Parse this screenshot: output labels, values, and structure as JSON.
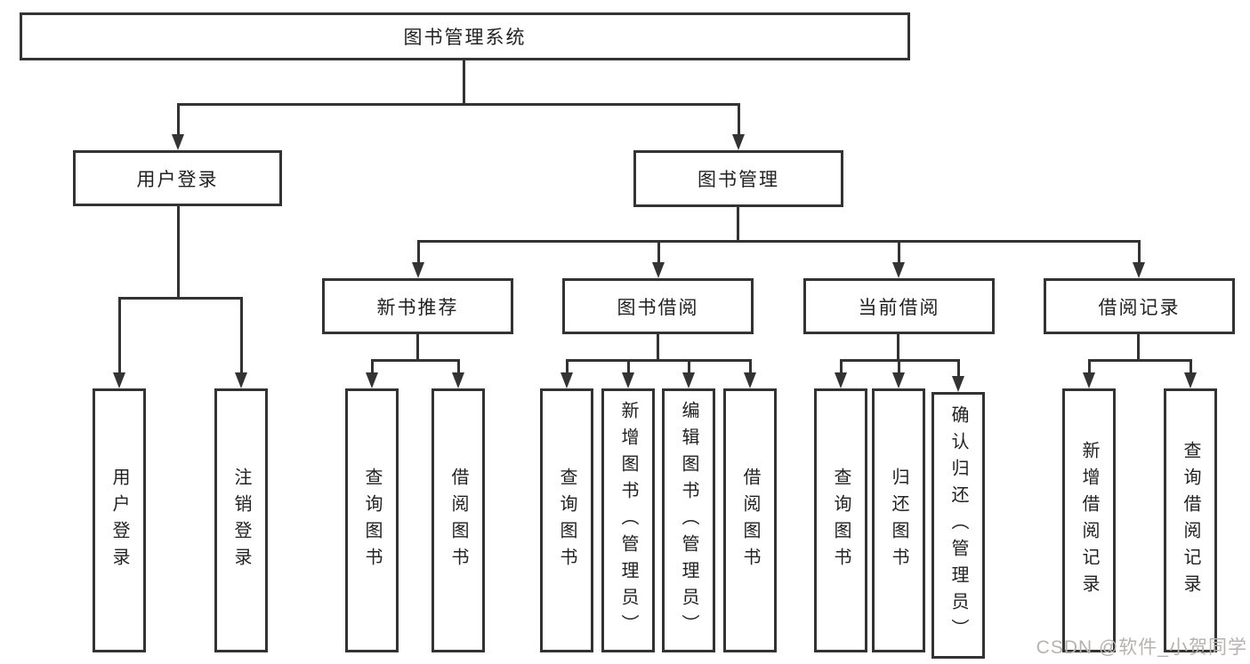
{
  "colors": {
    "line": "#333333",
    "box_fill": "#ffffff",
    "text": "#222222",
    "watermark": "#b5b2b0",
    "background": "#ffffff"
  },
  "watermark": {
    "text": "CSDN @软件_小贺同学"
  },
  "tree": {
    "root": {
      "label": "图书管理系统",
      "children": [
        {
          "label": "用户登录",
          "children": [
            {
              "label": "用户登录"
            },
            {
              "label": "注销登录"
            }
          ]
        },
        {
          "label": "图书管理",
          "children": [
            {
              "label": "新书推荐",
              "children": [
                {
                  "label": "查询图书"
                },
                {
                  "label": "借阅图书"
                }
              ]
            },
            {
              "label": "图书借阅",
              "children": [
                {
                  "label": "查询图书"
                },
                {
                  "label": "新增图书（管理员）"
                },
                {
                  "label": "编辑图书（管理员）"
                },
                {
                  "label": "借阅图书"
                }
              ]
            },
            {
              "label": "当前借阅",
              "children": [
                {
                  "label": "查询图书"
                },
                {
                  "label": "归还图书"
                },
                {
                  "label": "确认归还（管理员）"
                }
              ]
            },
            {
              "label": "借阅记录",
              "children": [
                {
                  "label": "新增借阅记录"
                },
                {
                  "label": "查询借阅记录"
                }
              ]
            }
          ]
        }
      ]
    }
  }
}
